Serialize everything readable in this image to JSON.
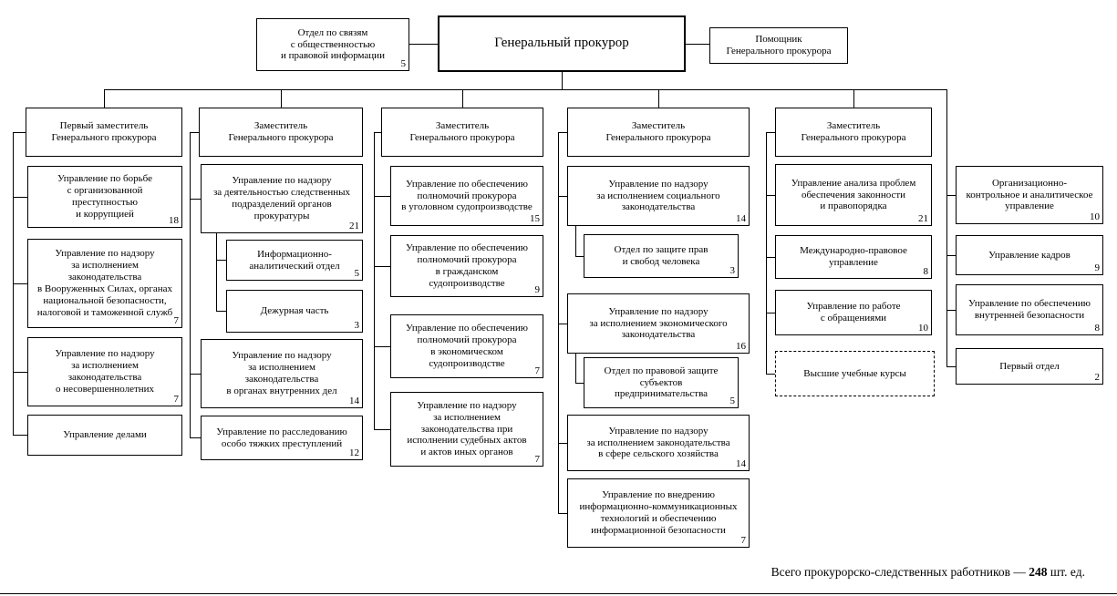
{
  "diagram": {
    "footer": {
      "text_before": "Всего прокурорско-следственных работников — ",
      "total": "248",
      "text_after": " шт. ед."
    }
  },
  "nodes": {
    "pr_office": {
      "label": "Отдел по связям\nс общественностью\nи правовой информации",
      "count": "5"
    },
    "general_prosecutor": {
      "label": "Генеральный прокурор"
    },
    "assistant": {
      "label": "Помощник\nГенерального прокурора"
    },
    "deputy1": {
      "label": "Первый заместитель\nГенерального прокурора"
    },
    "d1_crime": {
      "label": "Управление по борьбе\nс организованной\nпреступностью\nи коррупцией",
      "count": "18"
    },
    "d1_armed_forces": {
      "label": "Управление по надзору\nза исполнением\nзаконодательства\nв Вооруженных Силах, органах\nнациональной безопасности,\nналоговой и таможенной служб",
      "count": "7"
    },
    "d1_minors": {
      "label": "Управление по надзору\nза исполнением\nзаконодательства\nо несовершеннолетних",
      "count": "7"
    },
    "d1_affairs": {
      "label": "Управление делами"
    },
    "deputy2": {
      "label": "Заместитель\nГенерального прокурора"
    },
    "d2_investigative": {
      "label": "Управление по надзору\nза деятельностью следственных\nподразделений органов\nпрокуратуры",
      "count": "21"
    },
    "d2_info_dept": {
      "label": "Информационно-\nаналитический отдел",
      "count": "5"
    },
    "d2_duty": {
      "label": "Дежурная часть",
      "count": "3"
    },
    "d2_internal_affairs": {
      "label": "Управление по надзору\nза исполнением\nзаконодательства\nв органах внутренних дел",
      "count": "14"
    },
    "d2_grave_crimes": {
      "label": "Управление по расследованию\nособо тяжких преступлений",
      "count": "12"
    },
    "deputy3": {
      "label": "Заместитель\nГенерального прокурора"
    },
    "d3_criminal": {
      "label": "Управление по обеспечению\nполномочий прокурора\nв уголовном судопроизводстве",
      "count": "15"
    },
    "d3_civil": {
      "label": "Управление по обеспечению\nполномочий прокурора\nв гражданском\nсудопроизводстве",
      "count": "9"
    },
    "d3_economic": {
      "label": "Управление по обеспечению\nполномочий прокурора\nв экономическом\nсудопроизводстве",
      "count": "7"
    },
    "d3_judicial_acts": {
      "label": "Управление по надзору\nза исполнением\nзаконодательства при\nисполнении судебных актов\nи актов иных органов",
      "count": "7"
    },
    "deputy4": {
      "label": "Заместитель\nГенерального прокурора"
    },
    "d4_social": {
      "label": "Управление по надзору\nза исполнением социального\nзаконодательства",
      "count": "14"
    },
    "d4_human_rights": {
      "label": "Отдел по защите прав\nи свобод человека",
      "count": "3"
    },
    "d4_econ_law": {
      "label": "Управление по надзору\nза исполнением экономического\nзаконодательства",
      "count": "16"
    },
    "d4_business": {
      "label": "Отдел по правовой защите\nсубъектов\nпредпринимательства",
      "count": "5"
    },
    "d4_agriculture": {
      "label": "Управление по надзору\nза исполнением законодательства\nв сфере сельского хозяйства",
      "count": "14"
    },
    "d4_ict": {
      "label": "Управление по внедрению\nинформационно-коммуникационных\nтехнологий и обеспечению\nинформационной безопасности",
      "count": "7"
    },
    "deputy5": {
      "label": "Заместитель\nГенерального прокурора"
    },
    "d5_analysis": {
      "label": "Управление анализа проблем\nобеспечения законности\nи правопорядка",
      "count": "21"
    },
    "d5_international": {
      "label": "Международно-правовое\nуправление",
      "count": "8"
    },
    "d5_appeals": {
      "label": "Управление по работе\nс обращениями",
      "count": "10"
    },
    "d5_courses": {
      "label": "Высшие учебные курсы"
    },
    "r_org_control": {
      "label": "Организационно-\nконтрольное и аналитическое\nуправление",
      "count": "10"
    },
    "r_hr": {
      "label": "Управление кадров",
      "count": "9"
    },
    "r_internal_security": {
      "label": "Управление по обеспечению\nвнутренней безопасности",
      "count": "8"
    },
    "r_first_dept": {
      "label": "Первый отдел",
      "count": "2"
    }
  }
}
